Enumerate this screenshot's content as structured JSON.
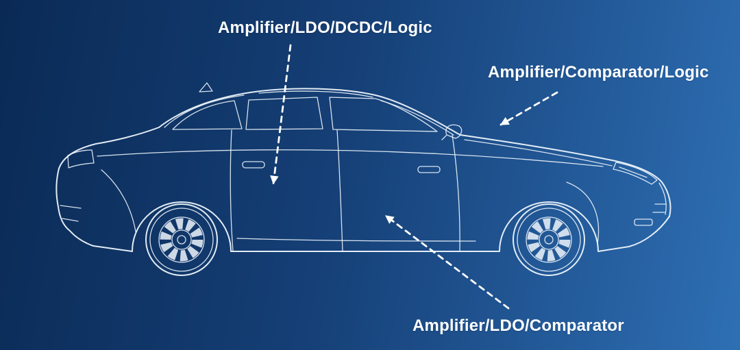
{
  "colors": {
    "bg-start": "#0a2a55",
    "bg-mid": "#153f76",
    "bg-end": "#2e6fb4",
    "line-color": "#eef5fc",
    "text-color": "#ffffff"
  },
  "labels": [
    {
      "text": "Amplifier/LDO/DCDC/Logic"
    },
    {
      "text": "Amplifier/Comparator/Logic"
    },
    {
      "text": "Amplifier/LDO/Comparator"
    }
  ],
  "illustration": {
    "name": "sedan-side-view-blueprint"
  }
}
